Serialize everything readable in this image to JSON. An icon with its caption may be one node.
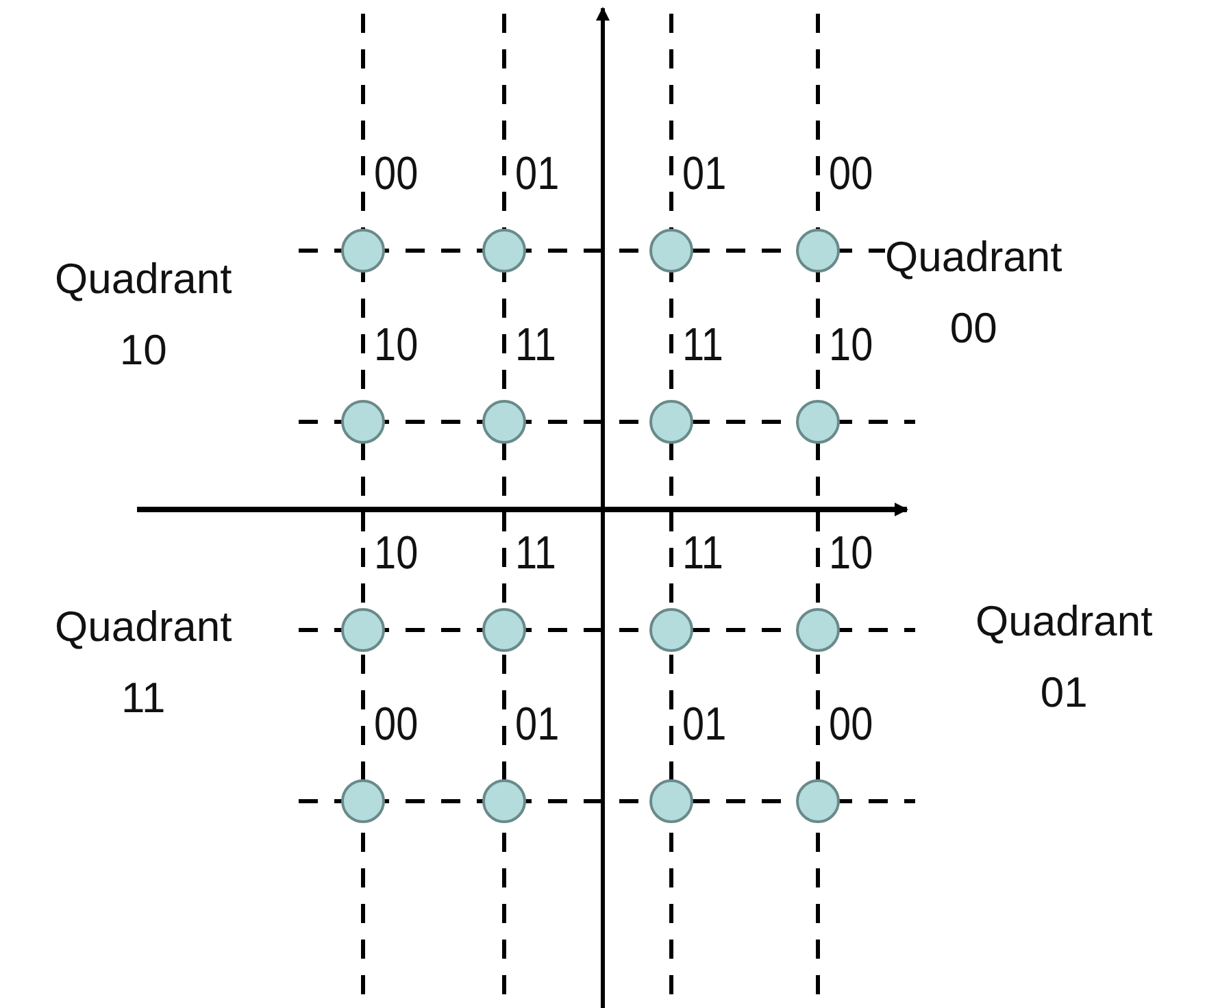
{
  "diagram": {
    "nodes": [
      {
        "text": [],
        "shape": "circle",
        "beside": [
          "00"
        ]
      },
      {
        "text": [],
        "shape": "circle",
        "beside": [
          "01"
        ]
      },
      {
        "text": [],
        "shape": "circle",
        "beside": [
          "01"
        ]
      },
      {
        "text": [],
        "shape": "circle",
        "beside": [
          "00"
        ]
      },
      {
        "text": [],
        "shape": "circle",
        "beside": [
          "10"
        ]
      },
      {
        "text": [],
        "shape": "circle",
        "beside": [
          "11"
        ]
      },
      {
        "text": [],
        "shape": "circle",
        "beside": [
          "11"
        ]
      },
      {
        "text": [],
        "shape": "circle",
        "beside": [
          "10"
        ]
      },
      {
        "text": [],
        "shape": "circle",
        "beside": [
          "10"
        ]
      },
      {
        "text": [],
        "shape": "circle",
        "beside": [
          "11"
        ]
      },
      {
        "text": [],
        "shape": "circle",
        "beside": [
          "11"
        ]
      },
      {
        "text": [],
        "shape": "circle",
        "beside": [
          "10"
        ]
      },
      {
        "text": [],
        "shape": "circle",
        "beside": [
          "00"
        ]
      },
      {
        "text": [],
        "shape": "circle",
        "beside": [
          "01"
        ]
      },
      {
        "text": [],
        "shape": "circle",
        "beside": [
          "01"
        ]
      },
      {
        "text": [],
        "shape": "circle",
        "beside": [
          "00"
        ]
      }
    ],
    "labels": [
      "Quadrant 10",
      "Quadrant 00",
      "Quadrant 11",
      "Quadrant 01"
    ]
  }
}
